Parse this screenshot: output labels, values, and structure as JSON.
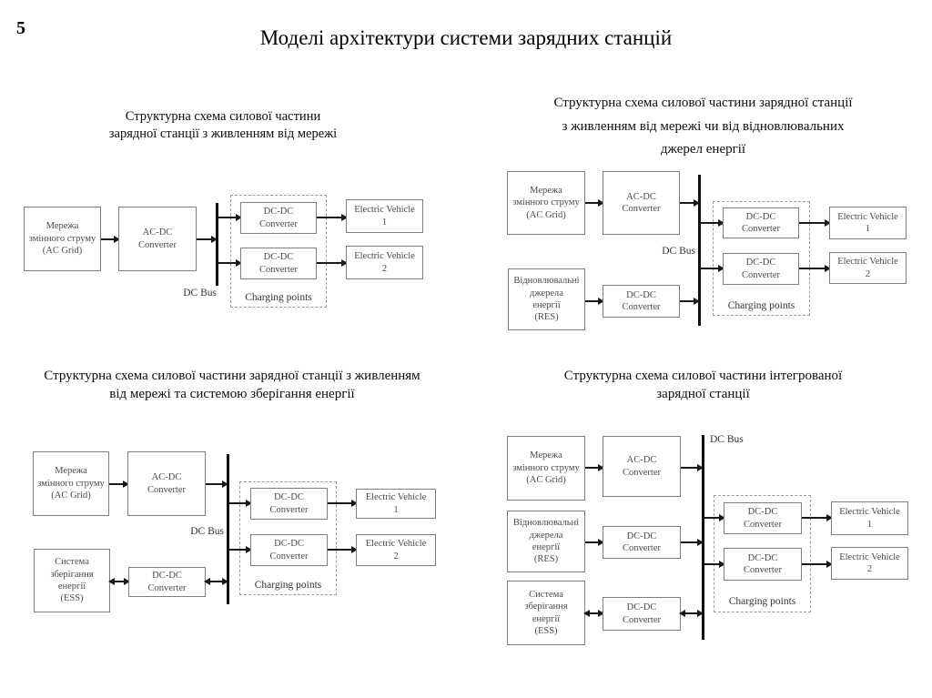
{
  "page": {
    "number": "5",
    "title": "Моделі архітектури системи зарядних станцій"
  },
  "diagrams": [
    {
      "id": "grid-only",
      "title": "Структурна схема силової частини\nзарядної станції з живленням від мережі"
    },
    {
      "id": "grid-or-res",
      "title": "Структурна схема силової частини зарядної станції\nз живленням від мережі чи від відновлювальних\nджерел енергії"
    },
    {
      "id": "grid-and-ess",
      "title": "Структурна схема силової частини зарядної станції з живленням\nвід мережі та системою зберігання енергії"
    },
    {
      "id": "integrated",
      "title": "Структурна схема силової частини інтегрованої\nзарядної станції"
    }
  ],
  "labels": {
    "ac_grid": "Мережа\nзмінного струму\n(AC Grid)",
    "ac_dc_converter": "AC-DC\nConverter",
    "dc_dc_converter": "DC-DC\nConverter",
    "res": "Відновлювальні\nджерела\nенергії\n(RES)",
    "ess": "Система\nзберігання\nенергії\n(ESS)",
    "electric_vehicle_1": "Electric Vehicle\n1",
    "electric_vehicle_2": "Electric Vehicle\n2",
    "dc_bus": "DC Bus",
    "charging_points": "Charging points"
  },
  "colors": {
    "background": "#ffffff",
    "box_border": "#7e7e7e",
    "box_text": "#4b4b4b",
    "line": "#191919",
    "dashed_border": "#9c9c9c",
    "title_text": "#000000"
  }
}
